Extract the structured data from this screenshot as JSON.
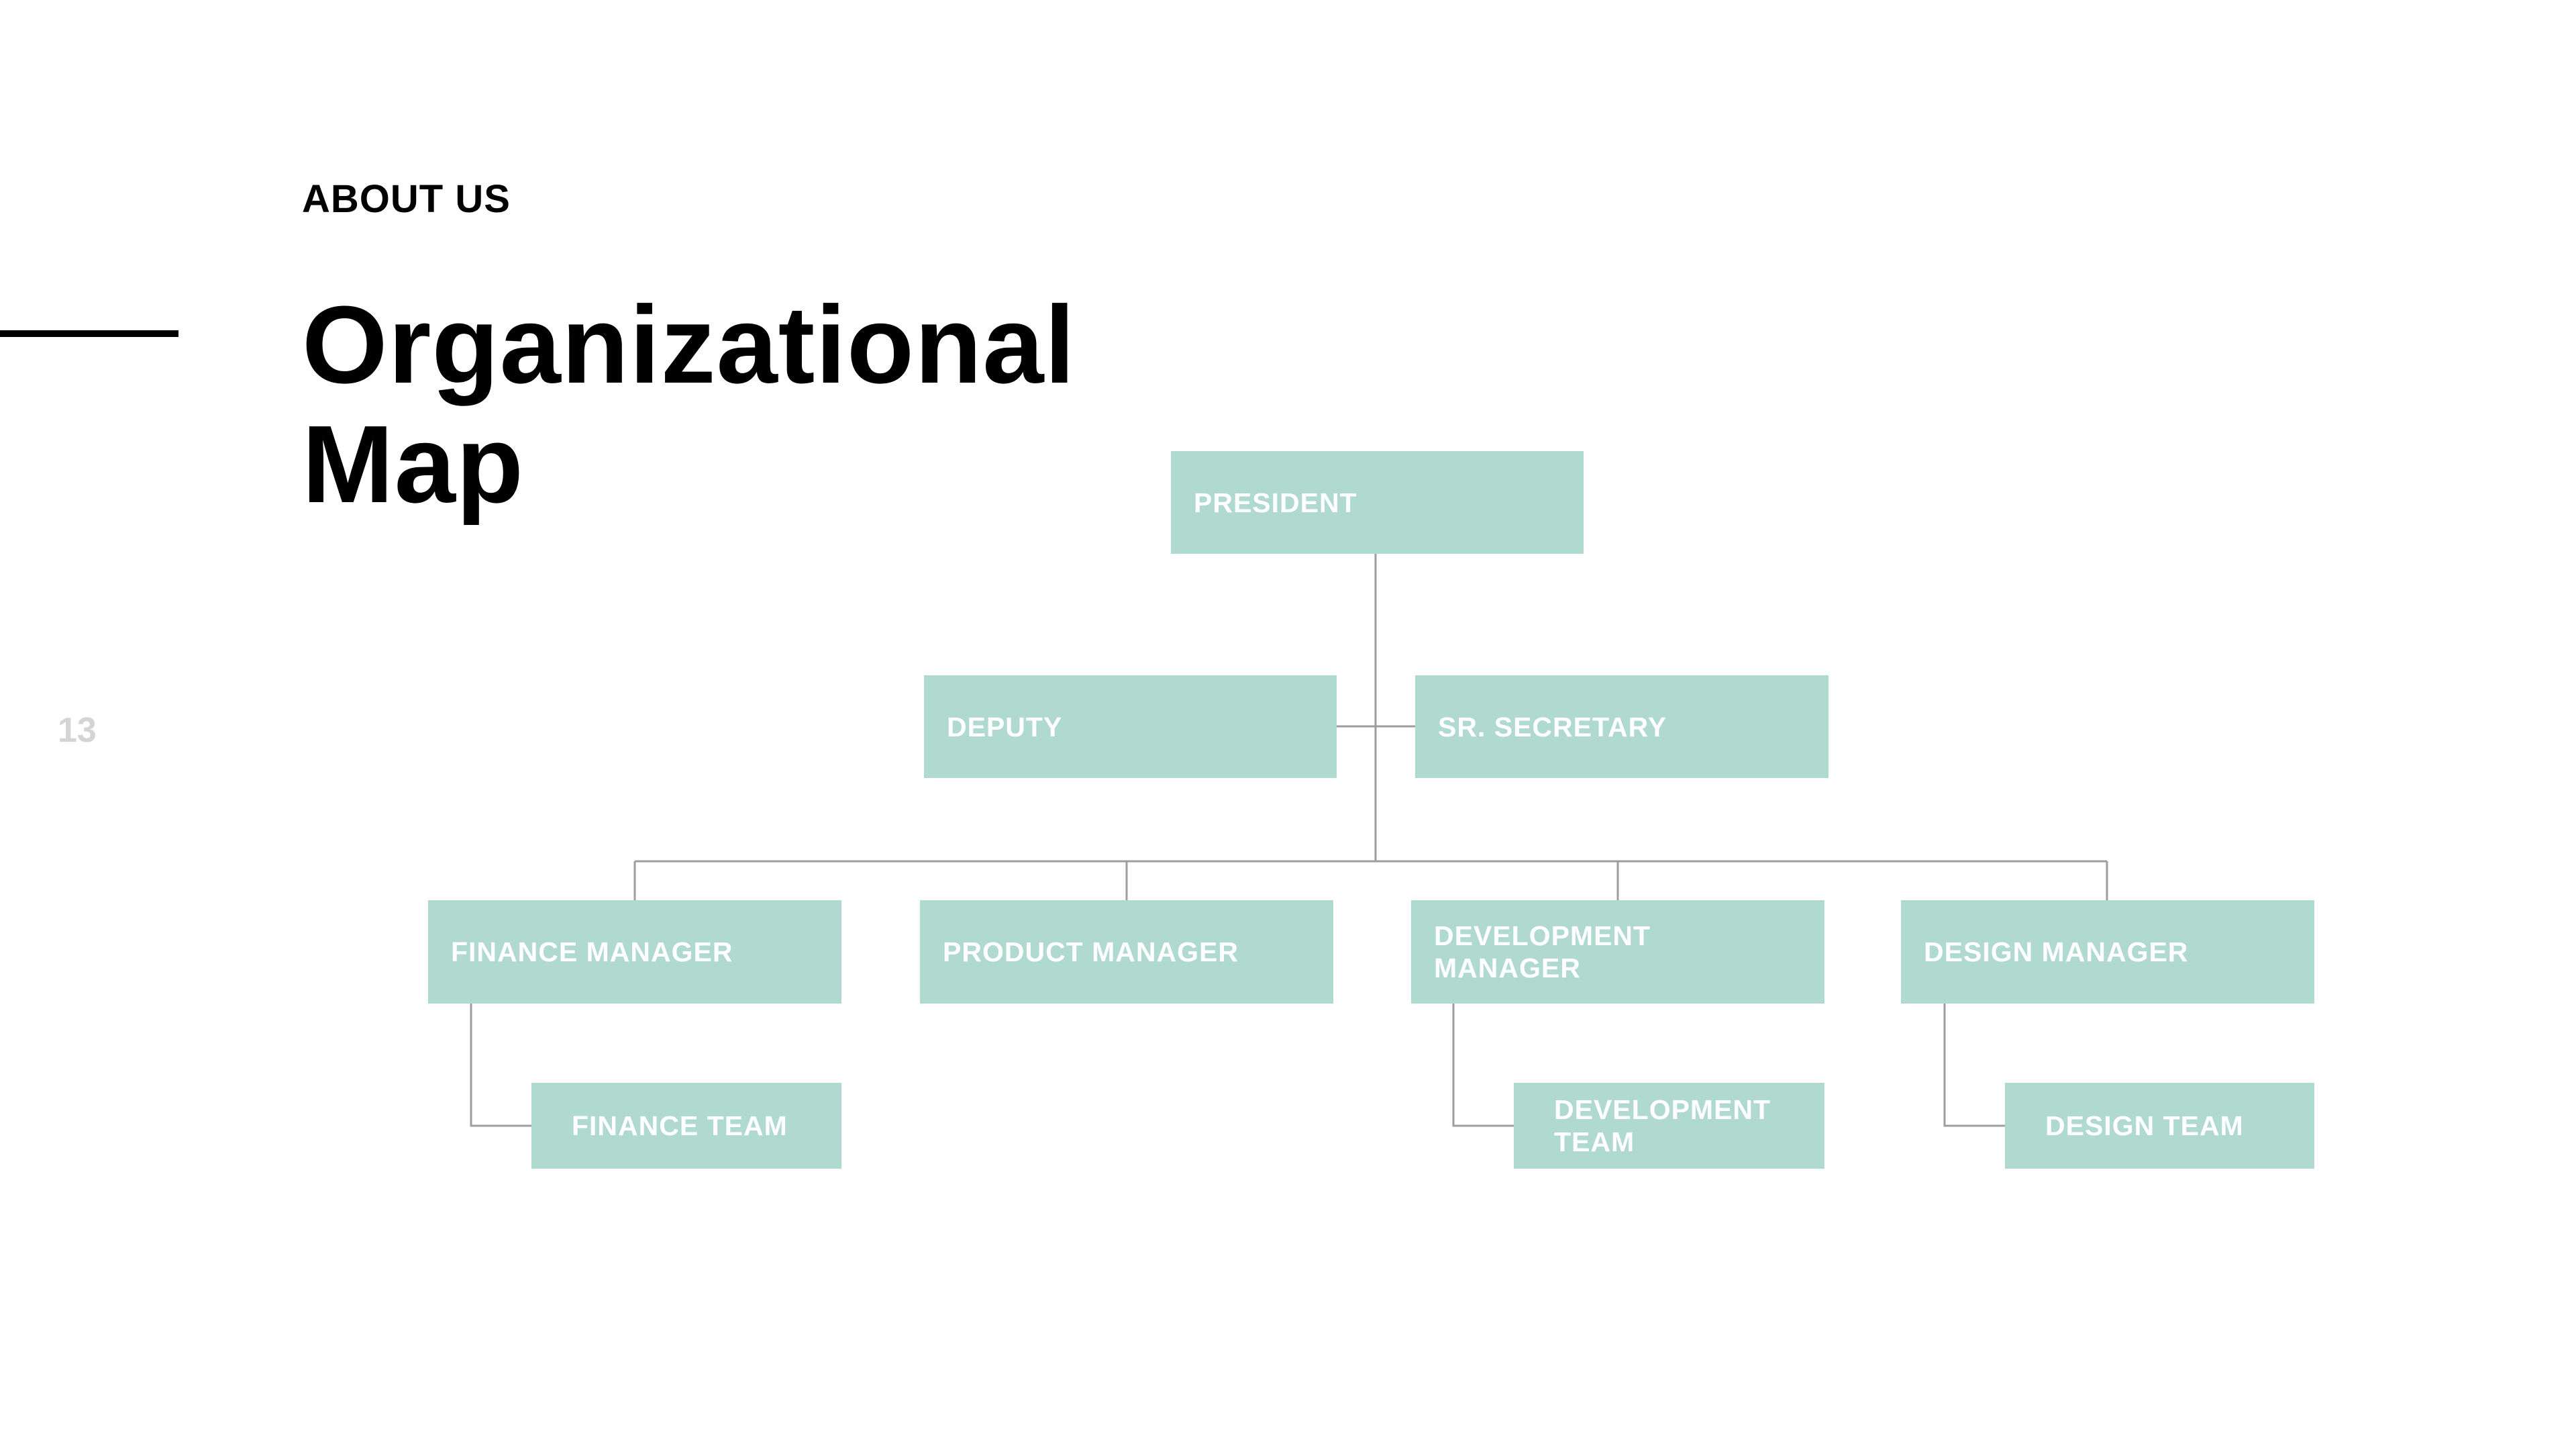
{
  "slide": {
    "kicker": "ABOUT US",
    "title_line1": "Organizational",
    "title_line2": "Map",
    "page_number": "13"
  },
  "org_chart": {
    "box_color": "#b0d9cf",
    "text_color": "#ffffff",
    "line_color": "#9e9e9e",
    "nodes": {
      "president": "PRESIDENT",
      "deputy": "DEPUTY",
      "sr_secretary": "SR. SECRETARY",
      "finance_manager": "FINANCE MANAGER",
      "product_manager": "PRODUCT MANAGER",
      "development_manager": "DEVELOPMENT MANAGER",
      "design_manager": "DESIGN MANAGER",
      "finance_team": "FINANCE TEAM",
      "development_team": "DEVELOPMENT TEAM",
      "design_team": "DESIGN TEAM"
    },
    "edges": [
      [
        "president",
        "deputy"
      ],
      [
        "president",
        "sr_secretary"
      ],
      [
        "president",
        "finance_manager"
      ],
      [
        "president",
        "product_manager"
      ],
      [
        "president",
        "development_manager"
      ],
      [
        "president",
        "design_manager"
      ],
      [
        "finance_manager",
        "finance_team"
      ],
      [
        "development_manager",
        "development_team"
      ],
      [
        "design_manager",
        "design_team"
      ]
    ]
  }
}
